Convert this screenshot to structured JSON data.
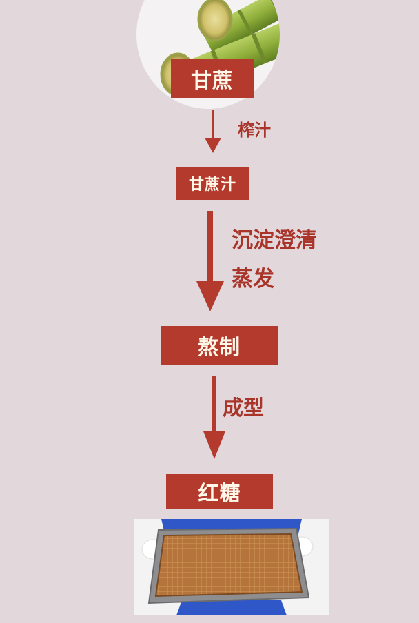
{
  "diagram": {
    "nodes": {
      "sugarcane": "甘蔗",
      "juice": "甘蔗汁",
      "boiling": "熬制",
      "brown_sugar": "红糖"
    },
    "steps": {
      "press": "榨汁",
      "settle_line1": "沉淀澄清",
      "settle_line2": "蒸发",
      "shape": "成型"
    },
    "images": {
      "top": "sugarcane-photo",
      "bottom": "brown-sugar-tray-photo"
    },
    "colors": {
      "accent": "#b53a2e",
      "box_text": "#fff7e8",
      "background": "#e2d8dc"
    }
  }
}
